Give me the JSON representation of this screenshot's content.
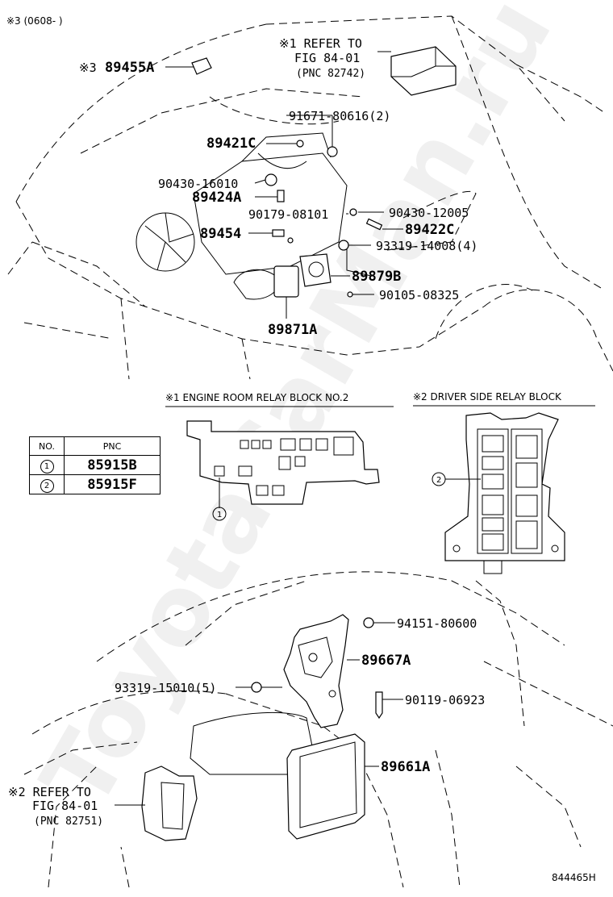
{
  "header": {
    "note": "※3 (0608-  )"
  },
  "watermark": "ToyotaCarMan.ru",
  "figure_id": "844465H",
  "refs": [
    {
      "id": "ref1",
      "lines": [
        "※1 REFER TO",
        "FIG 84-01",
        "(PNC 82742)"
      ]
    },
    {
      "id": "ref2",
      "lines": [
        "※2 REFER TO",
        "FIG 84-01",
        "(PNC 82751)"
      ]
    }
  ],
  "parts": [
    {
      "id": "p89455a",
      "text": "89455A",
      "prefix": "※3"
    },
    {
      "id": "p91671",
      "text": "91671-80616(2)"
    },
    {
      "id": "p89421c",
      "text": "89421C"
    },
    {
      "id": "p90430a",
      "text": "90430-16010"
    },
    {
      "id": "p89424a",
      "text": "89424A"
    },
    {
      "id": "p90179",
      "text": "90179-08101"
    },
    {
      "id": "p90430b",
      "text": "90430-12005"
    },
    {
      "id": "p89454",
      "text": "89454"
    },
    {
      "id": "p89422c",
      "text": "89422C"
    },
    {
      "id": "p93319a",
      "text": "93319-14008(4)"
    },
    {
      "id": "p89879b",
      "text": "89879B"
    },
    {
      "id": "p90105",
      "text": "90105-08325"
    },
    {
      "id": "p89871a",
      "text": "89871A"
    },
    {
      "id": "p94151",
      "text": "94151-80600"
    },
    {
      "id": "p89667a",
      "text": "89667A"
    },
    {
      "id": "p93319b",
      "text": "93319-15010(5)"
    },
    {
      "id": "p90119",
      "text": "90119-06923"
    },
    {
      "id": "p89661a",
      "text": "89661A"
    }
  ],
  "sections": {
    "engine_relay": "※1 ENGINE ROOM RELAY BLOCK NO.2",
    "driver_relay": "※2 DRIVER SIDE RELAY BLOCK"
  },
  "callouts": {
    "one": "1",
    "two": "2"
  },
  "pnc_table": {
    "headers": [
      "NO.",
      "PNC"
    ],
    "rows": [
      {
        "no": "1",
        "pnc": "85915B"
      },
      {
        "no": "2",
        "pnc": "85915F"
      }
    ]
  }
}
